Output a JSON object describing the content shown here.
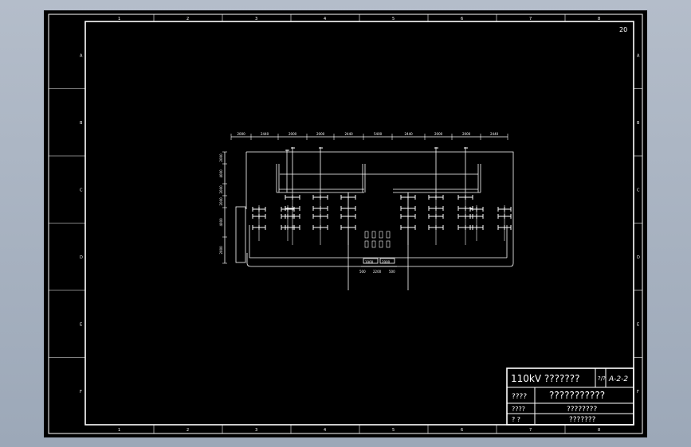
{
  "colors": {
    "background": "#000000",
    "linework": "#ffffff",
    "viewport": "#a8b3c2"
  },
  "sheet": {
    "page_number": "20",
    "columns": [
      "1",
      "2",
      "3",
      "4",
      "5",
      "6",
      "7",
      "8"
    ],
    "rows": [
      "A",
      "B",
      "C",
      "D",
      "E",
      "F"
    ]
  },
  "drawing": {
    "top_dims": [
      "2000",
      "2440",
      "2000",
      "2000",
      "2440",
      "5400",
      "2440",
      "2000",
      "2000",
      "2440"
    ],
    "left_dims": [
      "2000",
      "4000",
      "2000",
      "2000",
      "4000",
      "2000"
    ],
    "bottom_dims": [
      "500",
      "2200",
      "500"
    ],
    "center_dims": [
      "1000",
      "2000"
    ]
  },
  "title_block": {
    "project": "110kV ???????",
    "sheet_mark": "?/?",
    "drawing_no": "A-2-2",
    "label_1": "????",
    "title": "???????????",
    "label_2": "????",
    "value_2": "????????",
    "label_3": "?  ?",
    "value_3": "???????"
  }
}
